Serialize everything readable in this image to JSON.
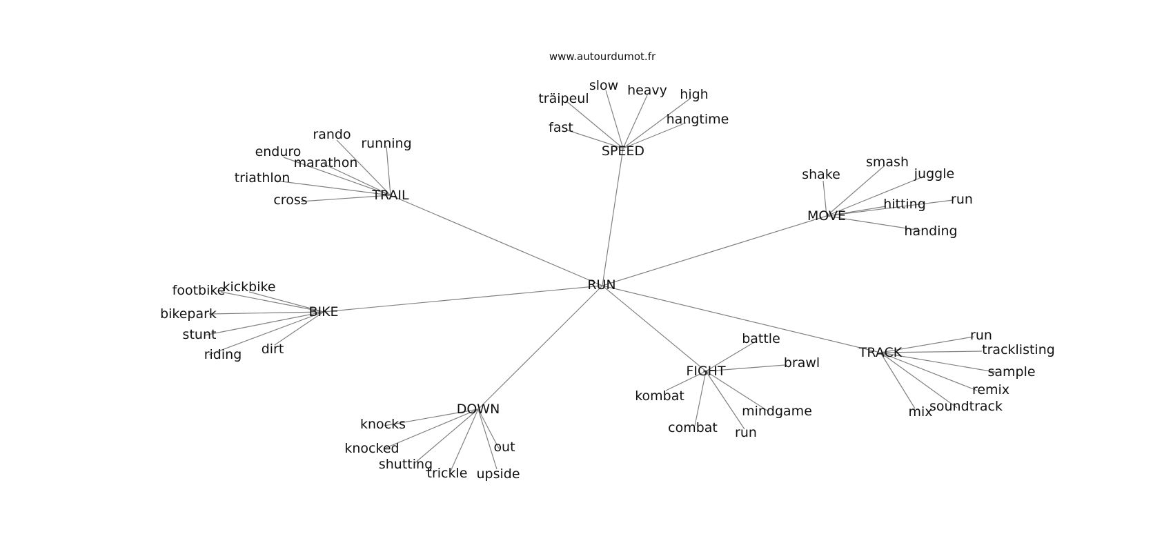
{
  "source": "www.autourdumot.fr",
  "center": "RUN",
  "groups": [
    {
      "id": "trail",
      "label": "TRAIL",
      "words": [
        "rando",
        "running",
        "enduro",
        "marathon",
        "triathlon",
        "cross"
      ]
    },
    {
      "id": "speed",
      "label": "SPEED",
      "words": [
        "slow",
        "heavy",
        "high",
        "träipeul",
        "fast",
        "hangtime"
      ]
    },
    {
      "id": "move",
      "label": "MOVE",
      "words": [
        "shake",
        "smash",
        "juggle",
        "hitting",
        "run",
        "handing"
      ]
    },
    {
      "id": "bike",
      "label": "BIKE",
      "words": [
        "footbike",
        "kickbike",
        "bikepark",
        "stunt",
        "riding",
        "dirt"
      ]
    },
    {
      "id": "track",
      "label": "TRACK",
      "words": [
        "run",
        "tracklisting",
        "sample",
        "remix",
        "soundtrack",
        "mix"
      ]
    },
    {
      "id": "fight",
      "label": "FIGHT",
      "words": [
        "battle",
        "brawl",
        "kombat",
        "mindgame",
        "combat",
        "run"
      ]
    },
    {
      "id": "down",
      "label": "DOWN",
      "words": [
        "knocks",
        "knocked",
        "shutting",
        "trickle",
        "upside",
        "out"
      ]
    }
  ]
}
